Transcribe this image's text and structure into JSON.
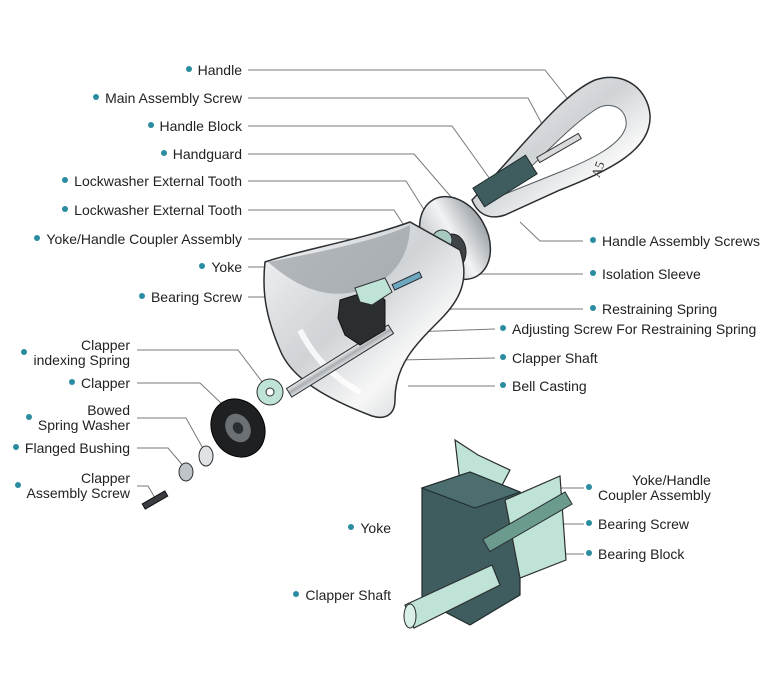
{
  "colors": {
    "dot": "#2a8ca0",
    "leader": "#7a7a7a",
    "metal_light": "#e6e8ea",
    "metal_dark": "#2b2e31",
    "yoke_teal": "#3f5d5e",
    "coupler_mint": "#bfe3d6",
    "text": "#222222"
  },
  "labels_left": [
    {
      "id": "handle",
      "text": "Handle"
    },
    {
      "id": "main-assembly-screw",
      "text": "Main Assembly Screw"
    },
    {
      "id": "handle-block",
      "text": "Handle Block"
    },
    {
      "id": "handguard",
      "text": "Handguard"
    },
    {
      "id": "lockwasher-1",
      "text": "Lockwasher External Tooth"
    },
    {
      "id": "lockwasher-2",
      "text": "Lockwasher External Tooth"
    },
    {
      "id": "yoke-handle-coupler",
      "text": "Yoke/Handle Coupler Assembly"
    },
    {
      "id": "yoke",
      "text": "Yoke"
    },
    {
      "id": "bearing-screw",
      "text": "Bearing Screw"
    },
    {
      "id": "clapper-indexing-spring",
      "text": "Clapper\nindexing Spring"
    },
    {
      "id": "clapper",
      "text": "Clapper"
    },
    {
      "id": "bowed-spring-washer",
      "text": "Bowed\nSpring Washer"
    },
    {
      "id": "flanged-bushing",
      "text": "Flanged Bushing"
    },
    {
      "id": "clapper-assembly-screw",
      "text": "Clapper\nAssembly Screw"
    }
  ],
  "labels_right": [
    {
      "id": "handle-assembly-screws",
      "text": "Handle Assembly Screws"
    },
    {
      "id": "isolation-sleeve",
      "text": "Isolation Sleeve"
    },
    {
      "id": "restraining-spring",
      "text": "Restraining Spring"
    },
    {
      "id": "adjusting-screw",
      "text": "Adjusting Screw For Restraining Spring"
    },
    {
      "id": "clapper-shaft",
      "text": "Clapper Shaft"
    },
    {
      "id": "bell-casting",
      "text": "Bell Casting"
    }
  ],
  "detail_labels": [
    {
      "id": "detail-coupler",
      "text": "Yoke/Handle\nCoupler Assembly"
    },
    {
      "id": "detail-bearing-screw",
      "text": "Bearing Screw"
    },
    {
      "id": "detail-bearing-block",
      "text": "Bearing Block"
    },
    {
      "id": "detail-yoke",
      "text": "Yoke"
    },
    {
      "id": "detail-clapper-shaft",
      "text": "Clapper Shaft"
    }
  ],
  "handle_marking": "A5"
}
